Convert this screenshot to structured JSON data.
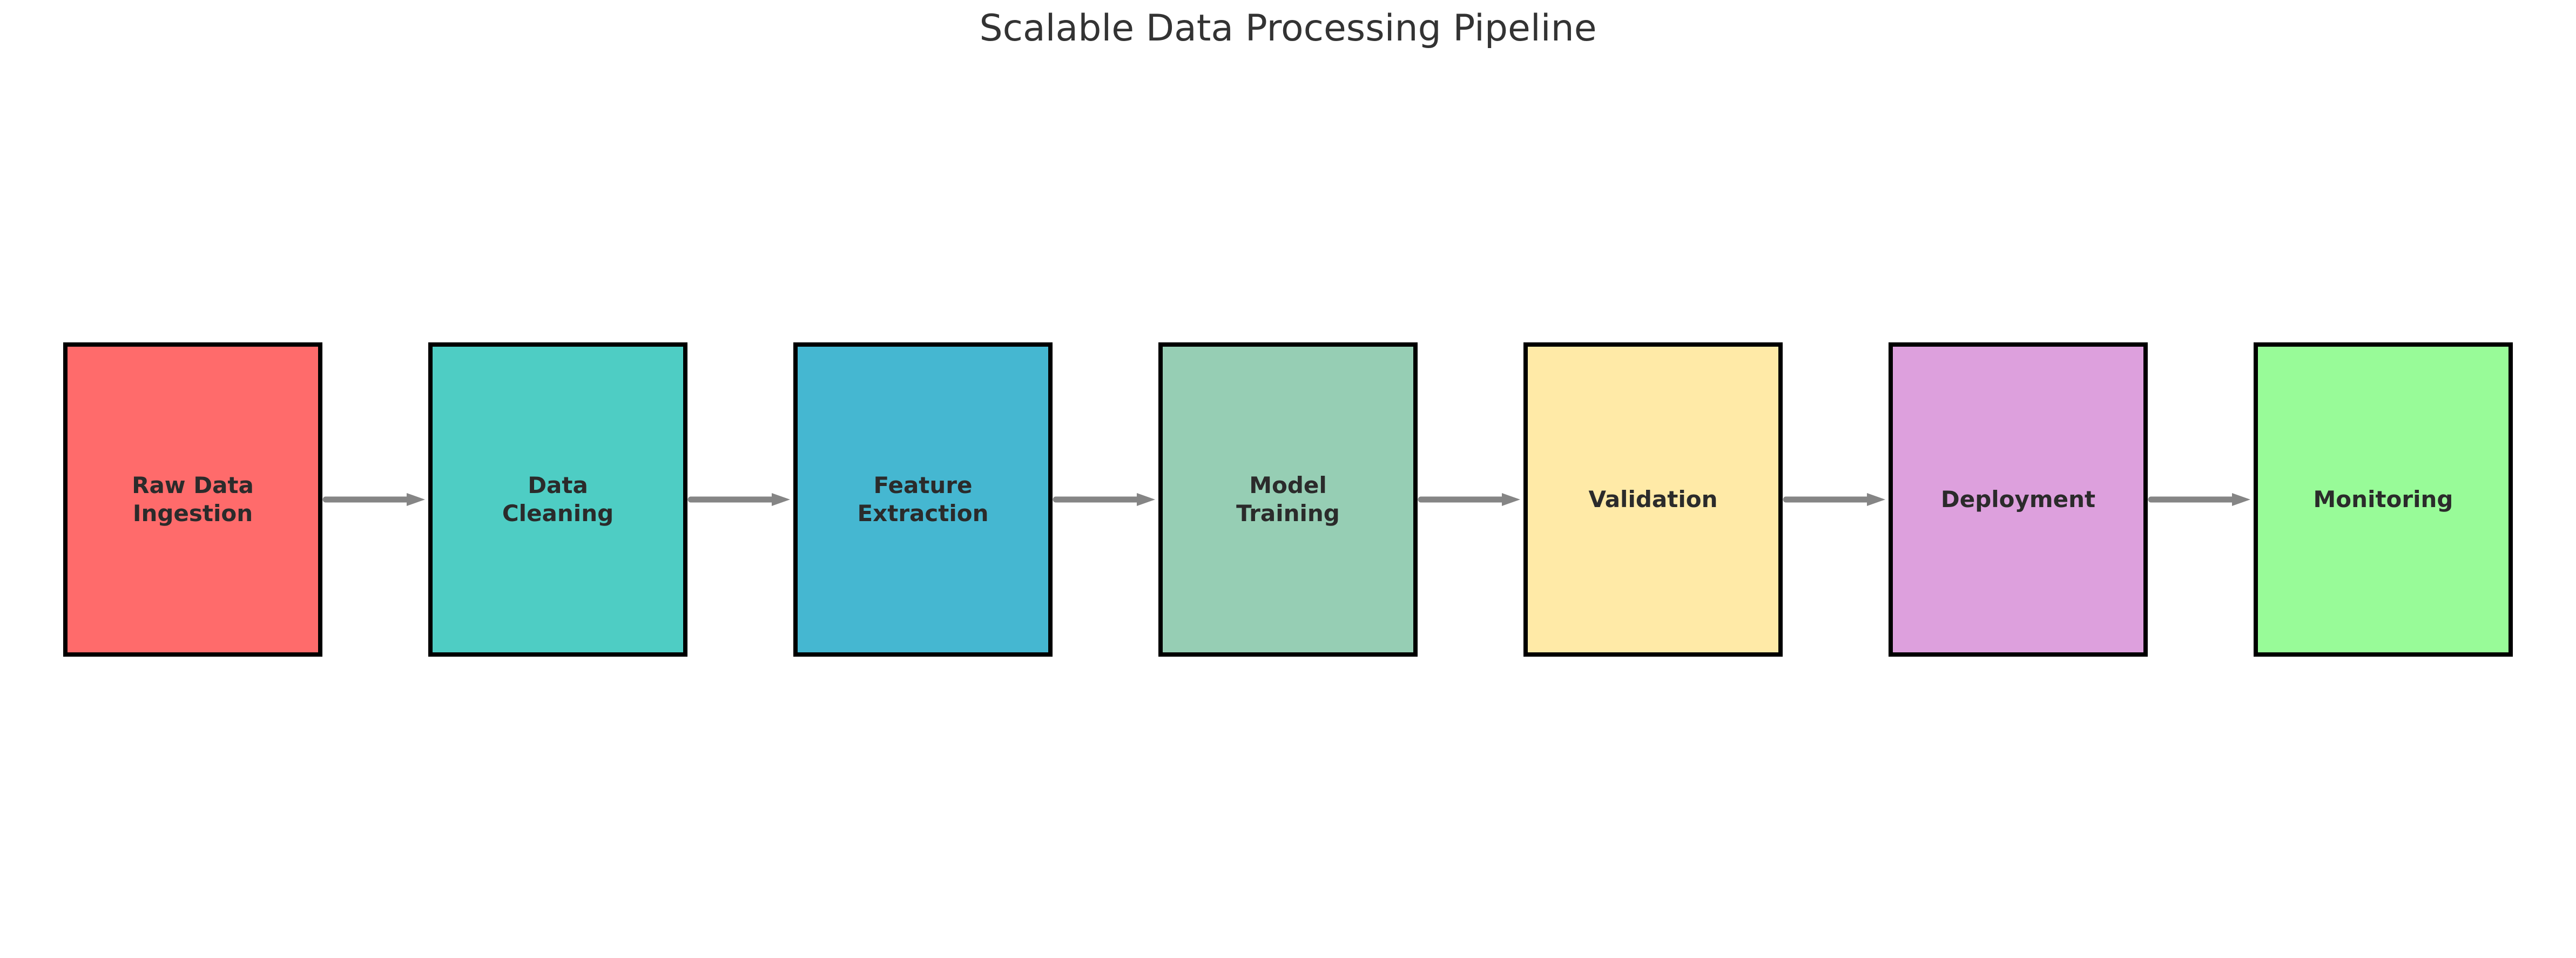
{
  "title": "Scalable Data Processing Pipeline",
  "colors": {
    "background": "#ffffff",
    "title-text": "#333333",
    "node-border": "#000000",
    "node-text": "#2b2b2b",
    "arrow": "#858585"
  },
  "icons": {
    "connector": "right-arrow"
  },
  "pipeline": {
    "nodes": [
      {
        "label": "Raw Data\nIngestion",
        "color": "#FF6B6B"
      },
      {
        "label": "Data\nCleaning",
        "color": "#4ECDC4"
      },
      {
        "label": "Feature\nExtraction",
        "color": "#45B7D1"
      },
      {
        "label": "Model\nTraining",
        "color": "#96CEB4"
      },
      {
        "label": "Validation",
        "color": "#FFEAA7"
      },
      {
        "label": "Deployment",
        "color": "#DDA0DD"
      },
      {
        "label": "Monitoring",
        "color": "#98FB98"
      }
    ]
  }
}
